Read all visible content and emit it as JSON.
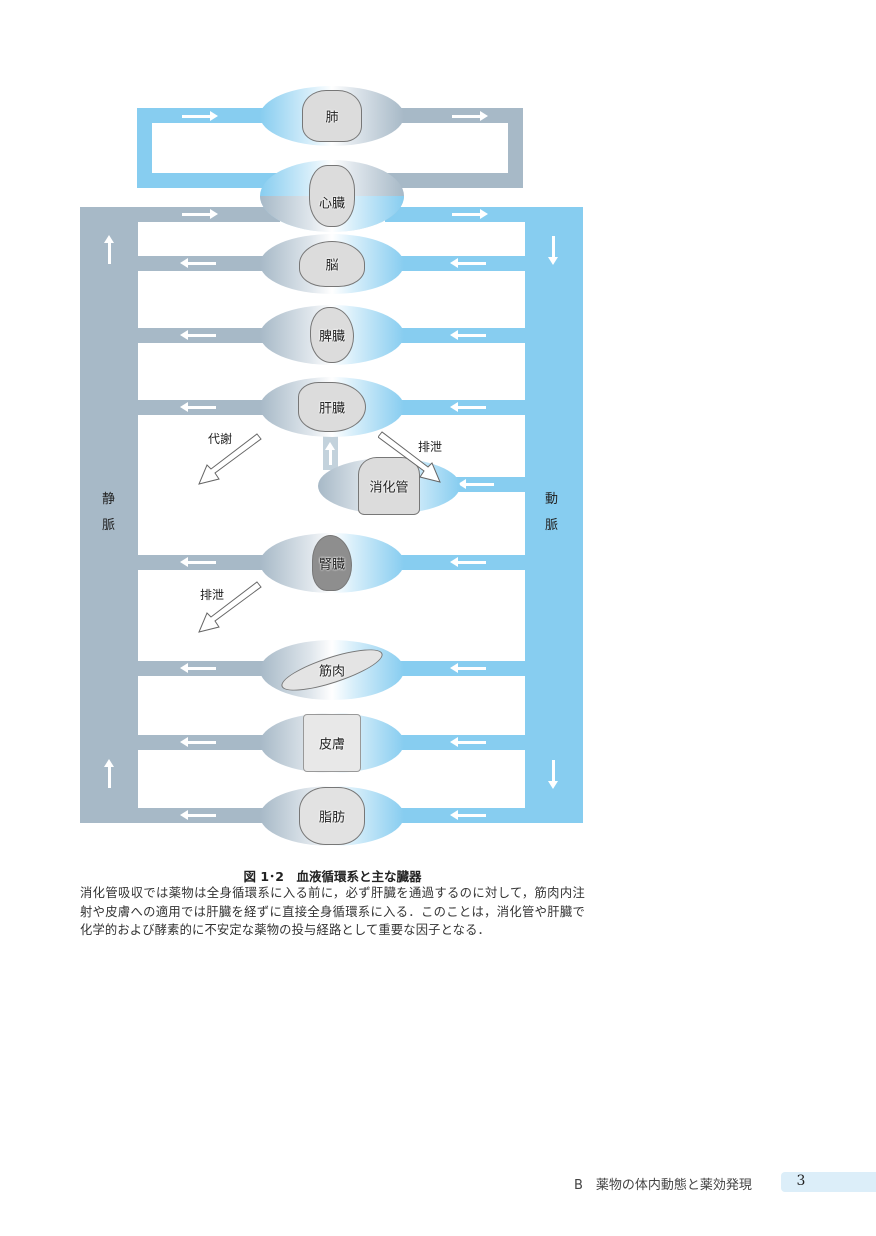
{
  "diagram": {
    "organs": [
      {
        "id": "lung",
        "label": "肺"
      },
      {
        "id": "heart",
        "label": "心臓"
      },
      {
        "id": "brain",
        "label": "脳"
      },
      {
        "id": "spleen",
        "label": "脾臓"
      },
      {
        "id": "liver",
        "label": "肝臓"
      },
      {
        "id": "gi_tract",
        "label": "消化管"
      },
      {
        "id": "kidney",
        "label": "腎臓"
      },
      {
        "id": "muscle",
        "label": "筋肉"
      },
      {
        "id": "skin",
        "label": "皮膚"
      },
      {
        "id": "fat",
        "label": "脂肪"
      }
    ],
    "vein_label": [
      "静",
      "脈"
    ],
    "artery_label": [
      "動",
      "脈"
    ],
    "annotations": {
      "metabolism": "代謝",
      "excretion_liver": "排泄",
      "excretion_kidney": "排泄"
    },
    "colors": {
      "vein": "#a7b9c7",
      "artery": "#87cdf0"
    }
  },
  "caption": {
    "title": "図 1･2　血液循環系と主な臓器",
    "body": "消化管吸収では薬物は全身循環系に入る前に，必ず肝臓を通過するのに対して，筋肉内注射や皮膚への適用では肝臓を経ずに直接全身循環系に入る．このことは，消化管や肝臓で化学的および酵素的に不安定な薬物の投与経路として重要な因子となる．"
  },
  "footer": {
    "section": "B　薬物の体内動態と薬効発現",
    "page": "3"
  }
}
